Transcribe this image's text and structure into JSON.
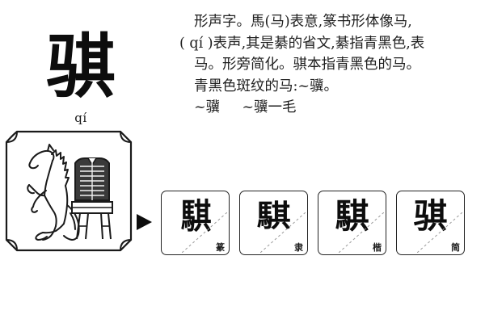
{
  "headword": {
    "character": "骐",
    "pinyin": "qí"
  },
  "definition": {
    "lines": [
      "形声字。馬(马)表意,篆书形体像马,",
      "( qí )表声,其是綦的省文,綦指青黑色,表",
      "马。形旁简化。骐本指青黑色的马。",
      "青黑色斑纹的马:~骥。",
      "~骥"
    ],
    "line5_second": "~骥一毛"
  },
  "illustration": {
    "caption_semantic": "horse-and-loom-pictograph",
    "elements": [
      "rearing-horse",
      "silk-loom"
    ]
  },
  "arrow": {
    "glyph": "▶"
  },
  "script_evolution": {
    "boxes": [
      {
        "glyph": "騏",
        "label": "篆",
        "style": "seal"
      },
      {
        "glyph": "騏",
        "label": "隶",
        "style": "clerical"
      },
      {
        "glyph": "騏",
        "label": "楷",
        "style": "regular"
      },
      {
        "glyph": "骐",
        "label": "简",
        "style": "simplified"
      }
    ]
  },
  "colors": {
    "background": "#ffffff",
    "ink": "#0d0d0d",
    "text": "#1f1f1f",
    "border": "#242424"
  }
}
